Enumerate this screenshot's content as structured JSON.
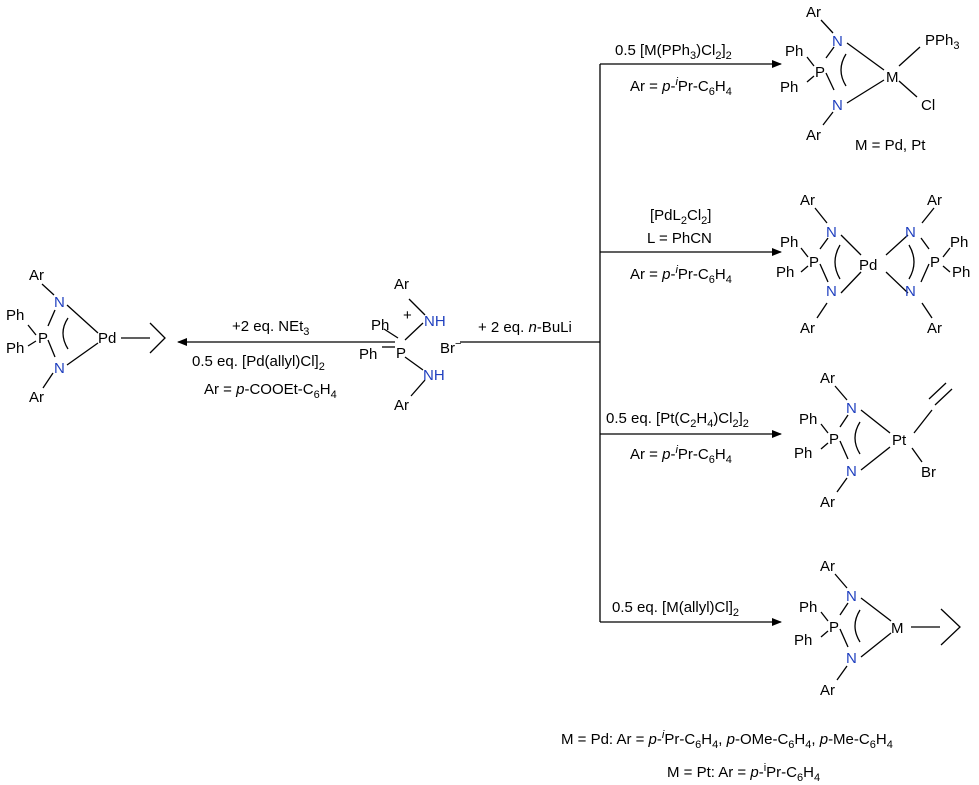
{
  "atoms": {
    "Ar": "Ar",
    "N": "N",
    "P": "P",
    "Ph": "Ph",
    "NH": "NH",
    "Pd": "Pd",
    "Pt": "Pt",
    "M": "M",
    "PPh3": "PPh",
    "PPh3_sub": "3",
    "Cl": "Cl",
    "Br": "Br",
    "Br_anion": "Br",
    "minus": "−",
    "plus": "+"
  },
  "center": {
    "reagent": "+ 2 eq. ",
    "reagent_italic": "n",
    "reagent_tail": "-BuLi"
  },
  "left_route": {
    "line1": "+2 eq. NEt",
    "line1_sub": "3",
    "line2": "0.5 eq. [Pd(allyl)Cl]",
    "line2_sub": "2",
    "line3_pre": "Ar = ",
    "line3_italic": "p",
    "line3_tail": "-COOEt-C",
    "line3_sub1": "6",
    "line3_H": "H",
    "line3_sub2": "4"
  },
  "route1": {
    "reagent_pre": "0.5 [M(PPh",
    "reagent_sub1": "3",
    "reagent_mid": ")Cl",
    "reagent_sub2": "2",
    "reagent_close": "]",
    "reagent_sub3": "2",
    "ar_pre": "Ar = ",
    "ar_p": "p",
    "ar_dash": "-",
    "ar_i": "i",
    "ar_tail": "Pr-C",
    "ar_sub1": "6",
    "ar_H": "H",
    "ar_sub2": "4",
    "metal_note": "M = Pd, Pt"
  },
  "route2": {
    "line1_pre": "[PdL",
    "line1_sub1": "2",
    "line1_mid": "Cl",
    "line1_sub2": "2",
    "line1_close": "]",
    "line2": "L = PhCN",
    "ar_pre": "Ar = ",
    "ar_p": "p",
    "ar_dash": "-",
    "ar_i": "i",
    "ar_tail": "Pr-C",
    "ar_sub1": "6",
    "ar_H": "H",
    "ar_sub2": "4"
  },
  "route3": {
    "reagent_pre": "0.5 eq. [Pt(C",
    "reagent_sub1": "2",
    "reagent_H": "H",
    "reagent_sub2": "4",
    "reagent_mid": ")Cl",
    "reagent_sub3": "2",
    "reagent_close": "]",
    "reagent_sub4": "2",
    "ar_pre": "Ar = ",
    "ar_p": "p",
    "ar_dash": "-",
    "ar_i": "i",
    "ar_tail": "Pr-C",
    "ar_sub1": "6",
    "ar_H": "H",
    "ar_sub2": "4"
  },
  "route4": {
    "reagent_pre": "0.5 eq. [M(allyl)Cl]",
    "reagent_sub": "2"
  },
  "footnote": {
    "line1_pre": "M = Pd: Ar = ",
    "l1_p1": "p",
    "l1_d1": "-",
    "l1_i": "i",
    "l1_t1": "Pr-C",
    "l1_s1": "6",
    "l1_H1": "H",
    "l1_s2": "4",
    "l1_comma1": ", ",
    "l1_p2": "p",
    "l1_t2": "-OMe-C",
    "l1_s3": "6",
    "l1_H2": "H",
    "l1_s4": "4",
    "l1_comma2": ", ",
    "l1_p3": "p",
    "l1_t3": "-Me-C",
    "l1_s5": "6",
    "l1_H3": "H",
    "l1_s6": "4",
    "line2_pre": "M = Pt: Ar = ",
    "l2_p": "p",
    "l2_d": "-",
    "l2_i": "i",
    "l2_t": "Pr-C",
    "l2_s1": "6",
    "l2_H": "H",
    "l2_s2": "4"
  }
}
